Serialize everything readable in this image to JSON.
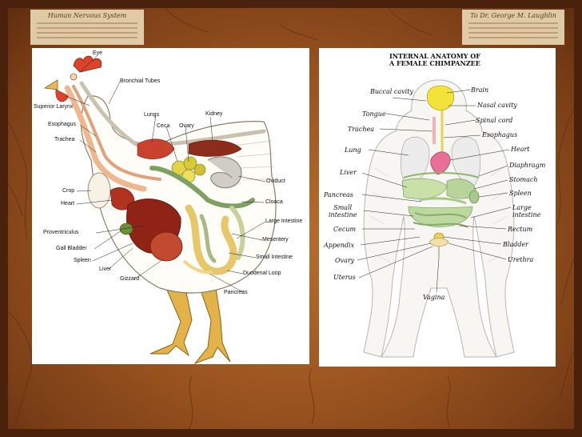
{
  "slide": {
    "plaque_left_title": "Human Nervous System",
    "plaque_right_title": "To Dr. George M. Laughlin",
    "colors": {
      "wood": "#9c5520",
      "wood_dark": "#5a2a0e",
      "paper": "#e9d7b3"
    }
  },
  "chicken": {
    "labels": {
      "eye": "Eye",
      "bronchial_tubes": "Bronchial Tubes",
      "superior_larynx": "Superior Larynx",
      "lungs": "Lungs",
      "kidney": "Kidney",
      "ceca": "Ceca",
      "ovary": "Ovary",
      "esophagus": "Esophagus",
      "trachea": "Trachea",
      "oviduct": "Oviduct",
      "crop": "Crop",
      "cloaca": "Cloaca",
      "heart": "Heart",
      "large_intestine": "Large Intestine",
      "proventriculus": "Proventriculus",
      "mesentery": "Mesentery",
      "gall_bladder": "Gall Bladder",
      "small_intestine": "Small Intestine",
      "spleen": "Spleen",
      "liver": "Liver",
      "duodenal_loop": "Duodenal Loop",
      "gizzard": "Gizzard",
      "pancreas": "Pancreas"
    }
  },
  "chimp": {
    "title": "INTERNAL ANATOMY OF\nA FEMALE CHIMPANZEE",
    "labels": {
      "buccal_cavity": "Buccal\ncavity",
      "brain": "Brain",
      "nasal_cavity": "Nasal cavity",
      "tongue": "Tongue",
      "spinal_cord": "Spinal cord",
      "trachea": "Trachea",
      "esophagus": "Esophagus",
      "heart": "Heart",
      "lung": "Lung",
      "diaphragm": "Diaphragm",
      "liver": "Liver",
      "stomach": "Stomach",
      "pancreas": "Pancreas",
      "spleen": "Spleen",
      "small_intestine": "Small\nintestine",
      "large_intestine": "Large\nintestine",
      "cecum": "Cecum",
      "rectum": "Rectum",
      "appendix": "Appendix",
      "bladder": "Bladder",
      "ovary": "Ovary",
      "urethra": "Urethra",
      "uterus": "Uterus",
      "vagina": "Vagina"
    }
  }
}
